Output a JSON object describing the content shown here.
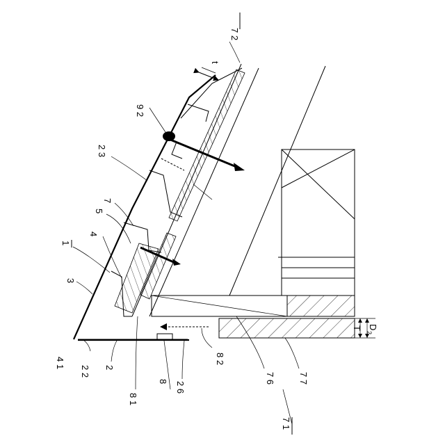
{
  "figure": {
    "labels": {
      "l1": "1",
      "l2": "2",
      "l3": "3",
      "l4": "4",
      "l5": "5",
      "l7": "7",
      "l8": "8",
      "l22": "2 2",
      "l23": "2 3",
      "l26": "2 6",
      "l41": "4 1",
      "l71": "7 1",
      "l72": "7 2",
      "l76": "7 6",
      "l77": "7 7",
      "l81": "8 1",
      "l82": "8 2",
      "l92": "9 2",
      "t_upper": "t",
      "t_lower": "T",
      "d2_main": "D",
      "d2_sub": "2"
    },
    "colors": {
      "line": "#000000",
      "background": "#ffffff"
    }
  }
}
